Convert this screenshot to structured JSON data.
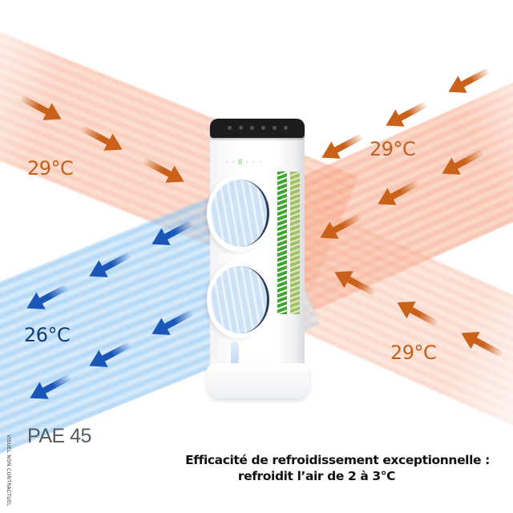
{
  "scene": {
    "colors": {
      "warm_text": "#c25f1c",
      "warm_arrow": "#c9611a",
      "cool_text": "#123a75",
      "cool_arrow": "#1a56b8",
      "vent_green": "#3fa632"
    }
  },
  "temperatures": {
    "left_top": "29°C",
    "right_top": "29°C",
    "right_bottom": "29°C",
    "left_cool": "26°C"
  },
  "device": {
    "display_digits": "8",
    "icons": [
      "power-button-icon",
      "mode-button-icon",
      "speed-button-icon",
      "swing-button-icon",
      "timer-button-icon",
      "cool-button-icon"
    ]
  },
  "product": {
    "model": "PAE 45"
  },
  "disclaimer": "VISUEL NON CONTRACTUEL",
  "caption": {
    "line1": "Efficacité de refroidissement exceptionnelle :",
    "line2": "refroidit l’air de 2 à 3°C"
  }
}
